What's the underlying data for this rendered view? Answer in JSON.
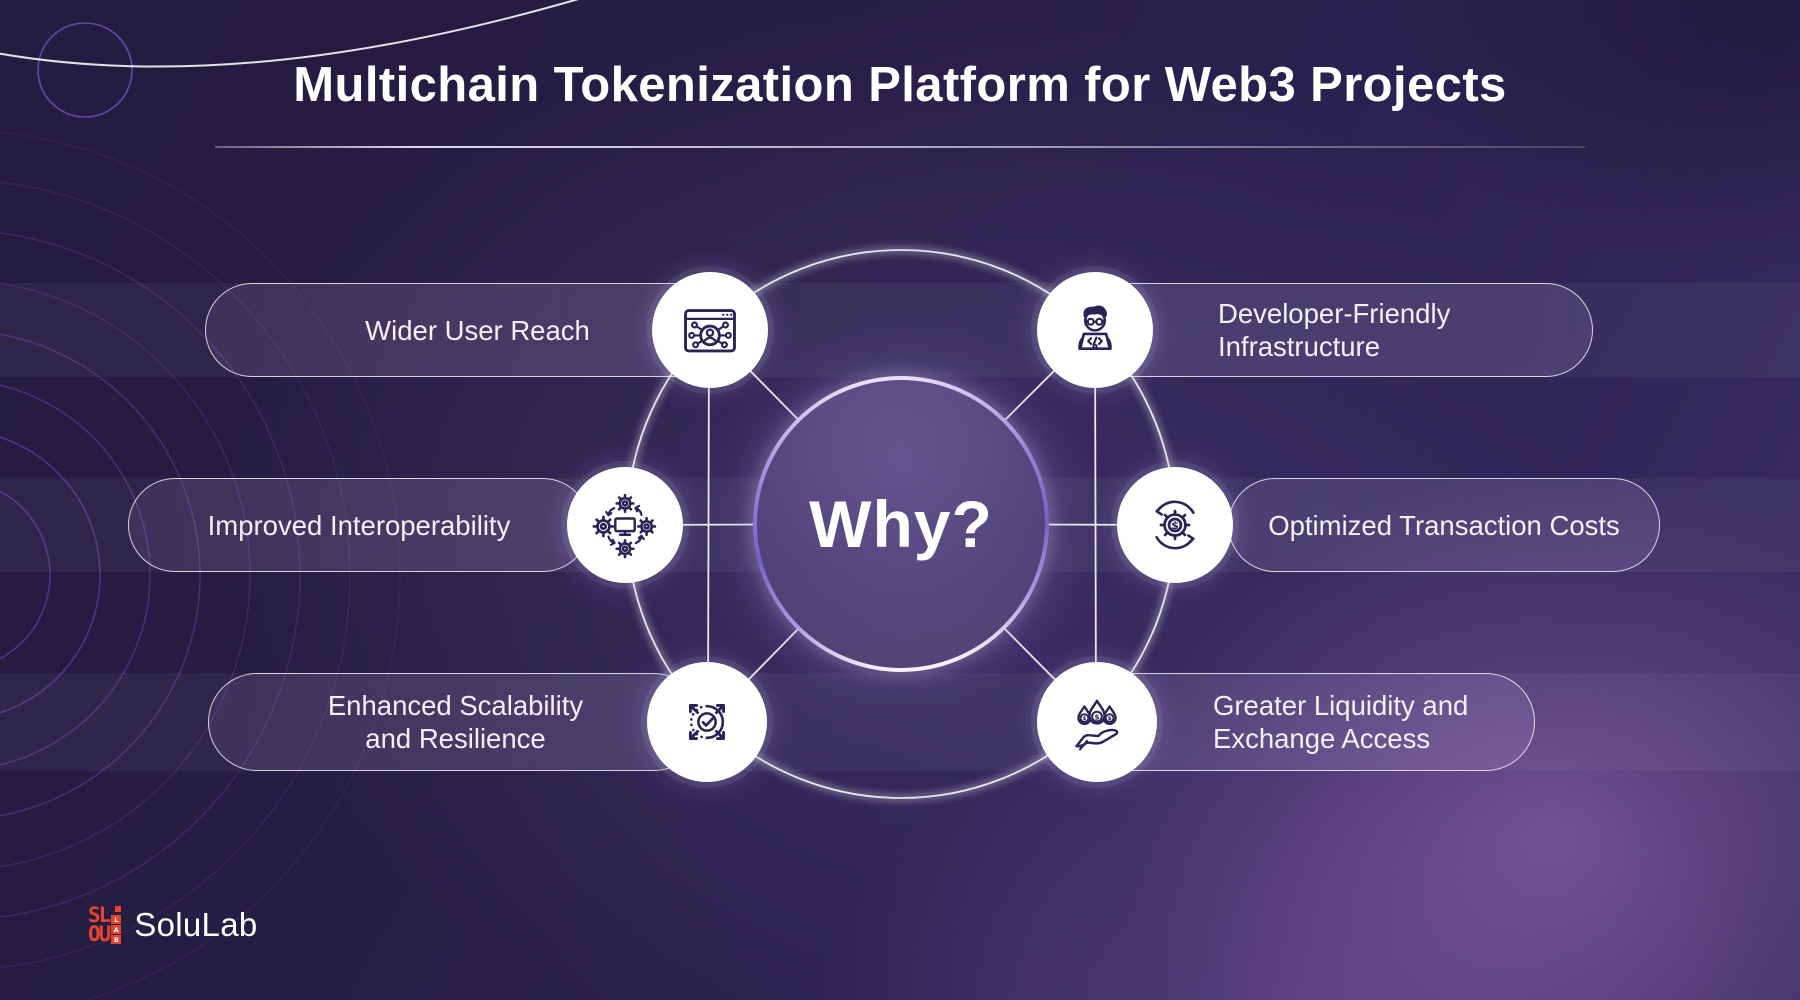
{
  "title": "Multichain Tokenization Platform for Web3 Projects",
  "center": {
    "label": "Why?"
  },
  "benefits": [
    {
      "id": "wider-user-reach",
      "label": "Wider User Reach",
      "lines": [
        "Wider User Reach"
      ],
      "icon": "browser-user-network-icon",
      "side": "left"
    },
    {
      "id": "improved-interoperability",
      "label": "Improved Interoperability",
      "lines": [
        "Improved Interoperability"
      ],
      "icon": "gears-monitor-icon",
      "side": "left"
    },
    {
      "id": "enhanced-scalability-resilience",
      "label": "Enhanced Scalability and Resilience",
      "lines": [
        "Enhanced Scalability",
        "and Resilience"
      ],
      "icon": "expand-arrows-check-icon",
      "side": "left"
    },
    {
      "id": "developer-friendly-infrastructure",
      "label": "Developer-Friendly Infrastructure",
      "lines": [
        "Developer-Friendly",
        "Infrastructure"
      ],
      "icon": "developer-laptop-code-icon",
      "side": "right"
    },
    {
      "id": "optimized-transaction-costs",
      "label": "Optimized Transaction Costs",
      "lines": [
        "Optimized Transaction Costs"
      ],
      "icon": "gear-dollar-cycle-icon",
      "side": "right"
    },
    {
      "id": "greater-liquidity-exchange-access",
      "label": "Greater Liquidity and Exchange Access",
      "lines": [
        "Greater Liquidity and",
        "Exchange Access"
      ],
      "icon": "hand-liquidity-coins-icon",
      "side": "right"
    }
  ],
  "logo": {
    "brand": "SoluLab",
    "mark_row1": "SL",
    "mark_row2": "OU",
    "mark_side_letters": [
      "L",
      "A",
      "B"
    ]
  },
  "colors": {
    "background": "#241b3f",
    "accent_purple": "#8b7ae0",
    "icon_stroke": "#2b2356",
    "text": "#ffffff",
    "logo_red": "#e8432c"
  }
}
